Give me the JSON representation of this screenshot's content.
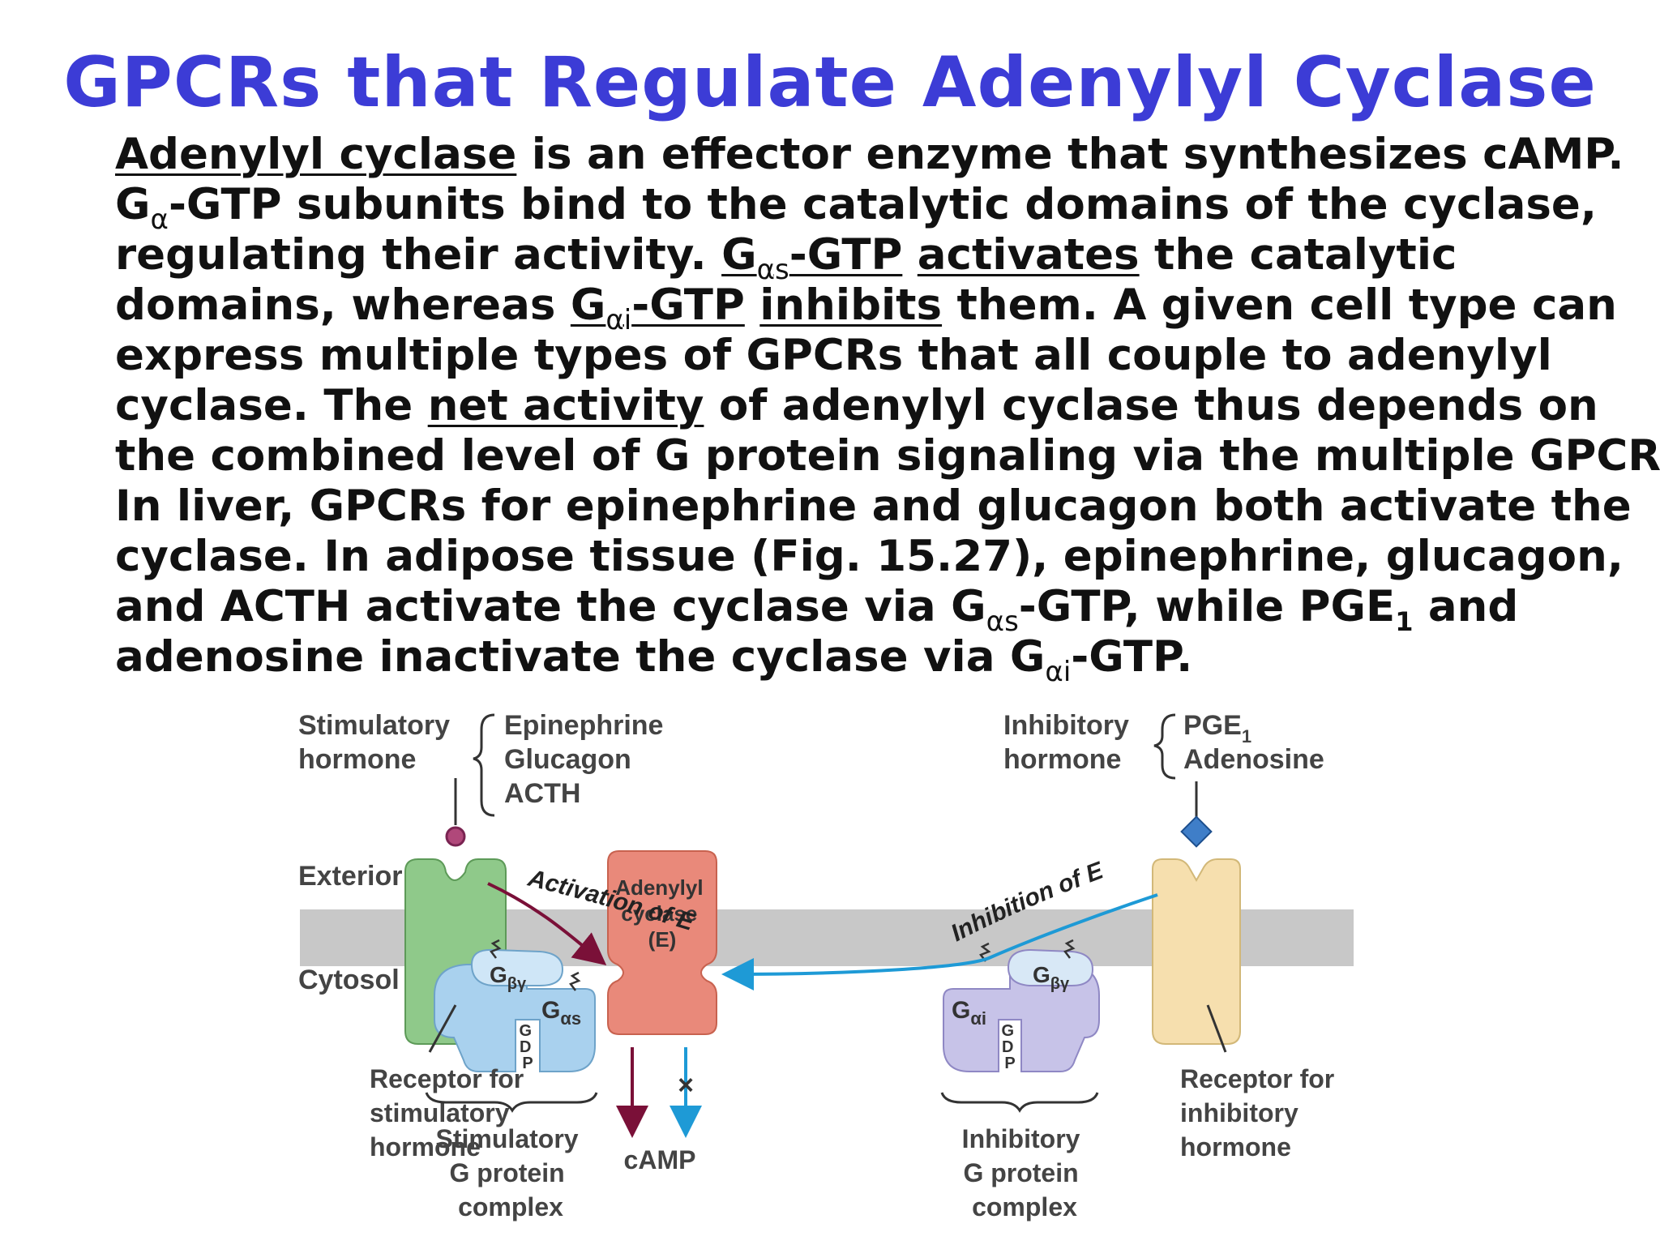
{
  "title": "GPCRs that Regulate Adenylyl Cyclase",
  "paragraph": {
    "l1a": "Adenylyl cyclase",
    "l1b": " is an effector enzyme that synthesizes cAMP.",
    "l2a": "G",
    "l2sub": "α",
    "l2b": "-GTP subunits bind to the catalytic domains of the cyclase,",
    "l3a": "regulating their activity. ",
    "l3b": "G",
    "l3sub": "αs",
    "l3c": "-GTP",
    "l3d": " ",
    "l3e": "activates",
    "l3f": " the catalytic",
    "l4a": "domains, whereas ",
    "l4b": "G",
    "l4sub": "αi",
    "l4c": "-GTP",
    "l4d": " ",
    "l4e": "inhibits",
    "l4f": " them. A given cell type can",
    "l5": "express multiple types of GPCRs that all couple to adenylyl",
    "l6a": "cyclase. The ",
    "l6b": "net activity",
    "l6c": " of adenylyl cyclase thus depends on",
    "l7": "the combined level of G protein signaling via the multiple GPCRs.",
    "l8": "In liver, GPCRs for epinephrine and glucagon both activate the",
    "l9": "cyclase. In adipose tissue (Fig. 15.27), epinephrine, glucagon,",
    "l10a": "and ACTH activate the cyclase via G",
    "l10sub": "αs",
    "l10b": "-GTP, while PGE",
    "l10sub2": "1",
    "l10c": " and",
    "l11a": "adenosine inactivate the cyclase via G",
    "l11sub": "αi",
    "l11b": "-GTP."
  },
  "figure": {
    "stimulatory_hormone": [
      "Stimulatory",
      "hormone"
    ],
    "stim_ligands": [
      "Epinephrine",
      "Glucagon",
      "ACTH"
    ],
    "inhibitory_hormone": [
      "Inhibitory",
      "hormone"
    ],
    "inhib_ligands": {
      "pge": "PGE",
      "pge_sub": "1",
      "adenosine": "Adenosine"
    },
    "exterior": "Exterior",
    "cytosol": "Cytosol",
    "activation_label": "Activation of E",
    "inhibition_label": "Inhibition of E",
    "cyclase": [
      "Adenylyl",
      "cyclase",
      "(E)"
    ],
    "g_beta_gamma": {
      "g": "G",
      "sub": "βγ"
    },
    "g_alpha_s": {
      "g": "G",
      "sub": "αs"
    },
    "g_alpha_i": {
      "g": "G",
      "sub": "αi"
    },
    "gdp_letters": [
      "G",
      "D",
      "P"
    ],
    "receptor_stim": [
      "Receptor for",
      "stimulatory",
      "hormone"
    ],
    "stim_complex": [
      "Stimulatory",
      "G protein",
      "complex"
    ],
    "camp": "cAMP",
    "inhib_complex": [
      "Inhibitory",
      "G protein",
      "complex"
    ],
    "receptor_inhib": [
      "Receptor for",
      "inhibitory",
      "hormone"
    ],
    "block_mark": "×",
    "colors": {
      "title": "#3c3cd6",
      "membrane": "#c8c8c8",
      "stim_receptor": "#8fc98a",
      "inhib_receptor": "#f6dfae",
      "cyclase": "#e9897a",
      "g_protein_stim": "#a9d1ee",
      "g_protein_inhib": "#c7c3e8",
      "activation_arrow": "#7a1038",
      "inhibition_arrow": "#1e9ad6",
      "stim_ligand": "#b0487a",
      "inhib_ligand": "#3f7ec8"
    }
  }
}
